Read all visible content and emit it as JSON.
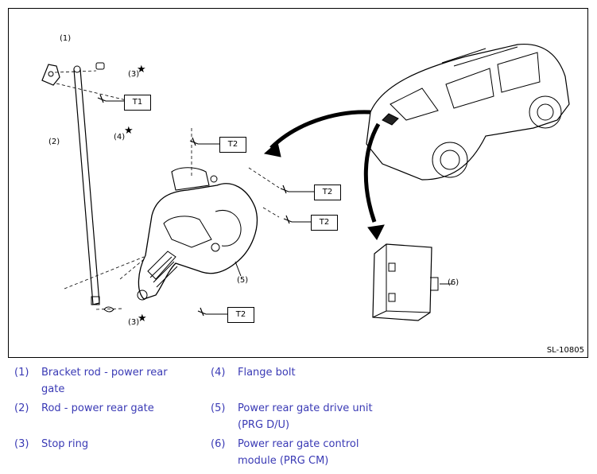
{
  "figure": {
    "id": "SL-10805",
    "callouts": {
      "c1": "(1)",
      "c2": "(2)",
      "c3a": "(3)",
      "c3b": "(3)",
      "c4": "(4)",
      "c5": "(5)",
      "c6": "(6)"
    },
    "torque_labels": {
      "t1": "T1",
      "t2a": "T2",
      "t2b": "T2",
      "t2c": "T2",
      "t2d": "T2"
    },
    "star_symbol": "★"
  },
  "legend": [
    {
      "num": "(1)",
      "text": "Bracket rod - power rear gate"
    },
    {
      "num": "(4)",
      "text": "Flange bolt"
    },
    {
      "num": "(2)",
      "text": "Rod - power rear gate"
    },
    {
      "num": "(5)",
      "text": "Power rear gate drive unit (PRG D/U)"
    },
    {
      "num": "(3)",
      "text": "Stop ring"
    },
    {
      "num": "(6)",
      "text": "Power rear gate control module (PRG CM)"
    }
  ],
  "colors": {
    "legend_text": "#3a3ab5",
    "line": "#000000"
  }
}
